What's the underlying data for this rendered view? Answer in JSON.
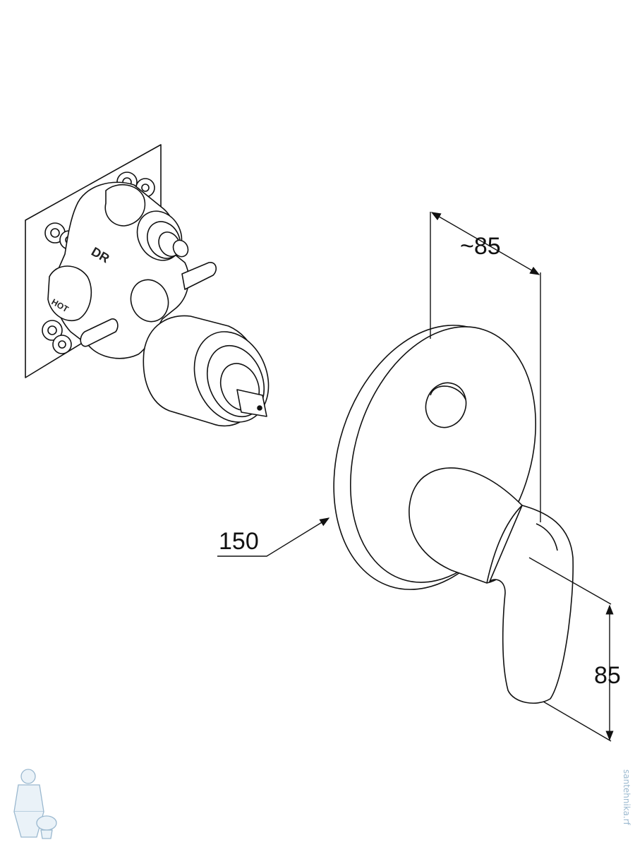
{
  "dimensions": {
    "depth": "~85",
    "plate_diameter": "150",
    "handle_height": "85"
  },
  "valve_labels": {
    "diverter": "DR",
    "hot": "HOT"
  },
  "watermark": {
    "site": "santehnika.rf",
    "color": "#9ab8cf"
  }
}
